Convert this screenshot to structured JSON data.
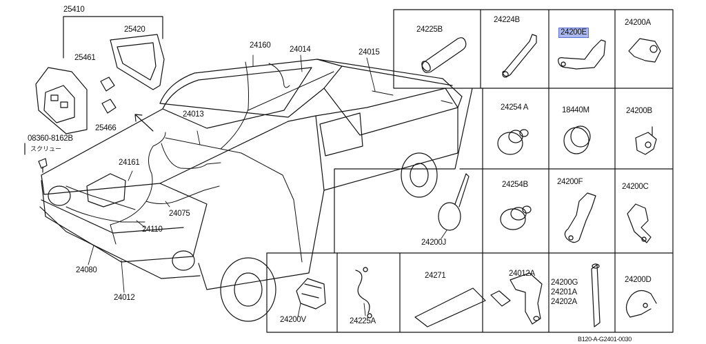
{
  "diagram": {
    "reference_code": "B120-A-G2401-0030",
    "screw_caption": "スクリュー",
    "highlighted_part": "24200E",
    "highlight_color": "#aab8ef",
    "car_labels": {
      "p25410": "25410",
      "p25420": "25420",
      "p25461": "25461",
      "p25466": "25466",
      "p08360": "08360-8162B",
      "p24160": "24160",
      "p24014": "24014",
      "p24015": "24015",
      "p24013": "24013",
      "p24161": "24161",
      "p24075": "24075",
      "p24110": "24110",
      "p24080": "24080",
      "p24012": "24012"
    },
    "grid_labels": {
      "g24225B": "24225B",
      "g24224B": "24224B",
      "g24200E": "24200E",
      "g24200A": "24200A",
      "g24254A": "24254 A",
      "g18440M": "18440M",
      "g24200B": "24200B",
      "g24254B": "24254B",
      "g24200F": "24200F",
      "g24200C": "24200C",
      "g24200J": "24200J",
      "g24271": "24271",
      "g24012A": "24012A",
      "g24200G": "24200G",
      "g24201A": "24201A",
      "g24202A": "24202A",
      "g24200D": "24200D",
      "g24200V": "24200V",
      "g24225A": "24225A"
    }
  }
}
